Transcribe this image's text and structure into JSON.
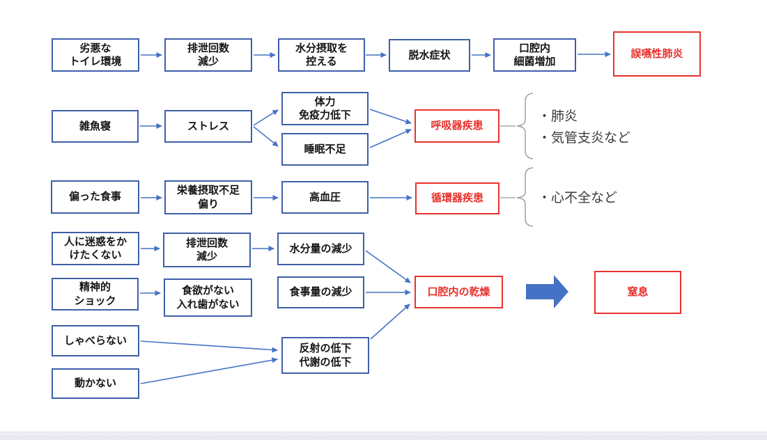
{
  "diagram": {
    "colors": {
      "box_border_blue": "#3e5fa8",
      "arrow_blue": "#4472c4",
      "alert_red": "#e8312c",
      "brace_gray": "#9a9a9a",
      "text_black": "#141414"
    },
    "nodes": {
      "bad_toilet": {
        "label": "劣悪な\nトイレ環境"
      },
      "less_excretion_1": {
        "label": "排泄回数\n減少"
      },
      "restrict_water": {
        "label": "水分摂取を\n控える"
      },
      "dehydration": {
        "label": "脱水症状"
      },
      "oral_bacteria": {
        "label": "口腔内\n細菌増加"
      },
      "aspiration_pneumonia": {
        "label": "誤嚥性肺炎"
      },
      "communal_sleeping": {
        "label": "雑魚寝"
      },
      "stress": {
        "label": "ストレス"
      },
      "weak_immunity": {
        "label": "体力\n免疫力低下"
      },
      "lack_of_sleep": {
        "label": "睡眠不足"
      },
      "respiratory_disease": {
        "label": "呼吸器疾患"
      },
      "unbalanced_diet": {
        "label": "偏った食事"
      },
      "poor_nutrition": {
        "label": "栄養摂取不足\n偏り"
      },
      "hypertension": {
        "label": "高血圧"
      },
      "circulatory_disease": {
        "label": "循環器疾患"
      },
      "avoid_trouble": {
        "label": "人に迷惑をか\nけたくない"
      },
      "less_excretion_2": {
        "label": "排泄回数\n減少"
      },
      "less_water": {
        "label": "水分量の減少"
      },
      "mental_shock": {
        "label": "精神的\nショック"
      },
      "no_appetite": {
        "label": "食欲がない\n入れ歯がない"
      },
      "less_meals": {
        "label": "食事量の減少"
      },
      "dry_mouth": {
        "label": "口腔内の乾燥"
      },
      "choking": {
        "label": "窒息"
      },
      "not_talking": {
        "label": "しゃべらない"
      },
      "lower_reflex": {
        "label": "反射の低下\n代謝の低下"
      },
      "not_moving": {
        "label": "動かない"
      }
    },
    "annotations": {
      "respiratory_examples": "・肺炎\n・気管支炎など",
      "circulatory_examples": "・心不全など"
    }
  }
}
